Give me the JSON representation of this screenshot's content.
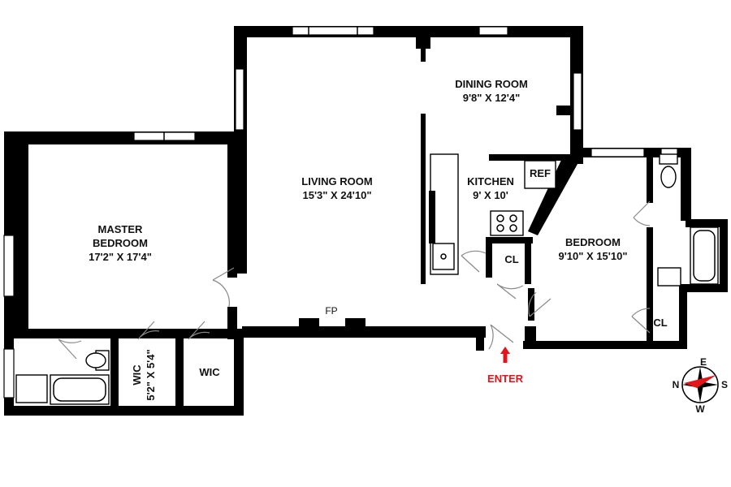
{
  "rooms": {
    "master_bedroom": {
      "name_line1": "MASTER",
      "name_line2": "BEDROOM",
      "dims": "17'2\" X 17'4\""
    },
    "living_room": {
      "name": "LIVING ROOM",
      "dims": "15'3\" X 24'10\""
    },
    "dining_room": {
      "name": "DINING ROOM",
      "dims": "9'8\" X 12'4\""
    },
    "kitchen": {
      "name": "KITCHEN",
      "dims": "9' X 10'"
    },
    "bedroom": {
      "name": "BEDROOM",
      "dims": "9'10\" X 15'10\""
    },
    "wic_small": {
      "name": "WIC",
      "dims": "5'2\" X 5'4\""
    },
    "wic": {
      "name": "WIC"
    }
  },
  "features": {
    "ref": "REF",
    "closet_kitchen": "CL",
    "closet_bedroom": "CL",
    "fireplace": "FP"
  },
  "entry": {
    "label": "ENTER",
    "color": "#e4141b"
  },
  "compass": {
    "n": "N",
    "e": "E",
    "s": "S",
    "w": "W",
    "needle_color": "#e4141b"
  },
  "colors": {
    "walls": "#000000",
    "background": "#ffffff"
  }
}
